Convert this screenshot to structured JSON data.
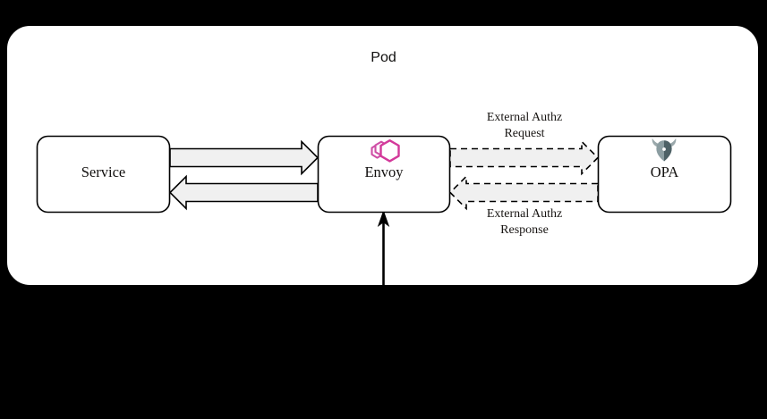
{
  "diagram": {
    "type": "architecture-diagram",
    "background_color": "#000000",
    "container": {
      "label": "Pod",
      "fill": "#ffffff",
      "stroke": "#000000",
      "corner_radius": 26
    },
    "nodes": [
      {
        "id": "service",
        "label": "Service",
        "icon": null,
        "fill": "#ffffff",
        "stroke": "#000000"
      },
      {
        "id": "envoy",
        "label": "Envoy",
        "icon": "envoy-hexagon-logo-icon",
        "icon_color": "#d3399a",
        "fill": "#ffffff",
        "stroke": "#000000"
      },
      {
        "id": "opa",
        "label": "OPA",
        "icon": "opa-horned-shield-logo-icon",
        "icon_color": "#5a6b70",
        "fill": "#ffffff",
        "stroke": "#000000"
      }
    ],
    "edges": [
      {
        "id": "service-to-envoy",
        "from": "service",
        "to": "envoy",
        "style": "solid-block-arrow",
        "direction": "right",
        "label": "",
        "fill": "#f0f0f0",
        "stroke": "#000000"
      },
      {
        "id": "envoy-to-service",
        "from": "envoy",
        "to": "service",
        "style": "solid-block-arrow",
        "direction": "left",
        "label": "",
        "fill": "#f0f0f0",
        "stroke": "#000000"
      },
      {
        "id": "envoy-to-opa",
        "from": "envoy",
        "to": "opa",
        "style": "dashed-block-arrow",
        "direction": "right",
        "label": "External Authz\nRequest",
        "label_line1": "External Authz",
        "label_line2": "Request",
        "fill": "#f0f0f0",
        "stroke": "#000000"
      },
      {
        "id": "opa-to-envoy",
        "from": "opa",
        "to": "envoy",
        "style": "dashed-block-arrow",
        "direction": "left",
        "label": "External Authz\nResponse",
        "label_line1": "External Authz",
        "label_line2": "Response",
        "fill": "#f0f0f0",
        "stroke": "#000000"
      },
      {
        "id": "ingress-to-envoy",
        "from": "external",
        "to": "envoy",
        "style": "thin-line-arrow",
        "direction": "up",
        "label": "",
        "stroke": "#000000"
      }
    ]
  },
  "labels": {
    "pod_title": "Pod",
    "service": "Service",
    "envoy": "Envoy",
    "opa": "OPA",
    "authz_request_line1": "External Authz",
    "authz_request_line2": "Request",
    "authz_response_line1": "External Authz",
    "authz_response_line2": "Response"
  }
}
